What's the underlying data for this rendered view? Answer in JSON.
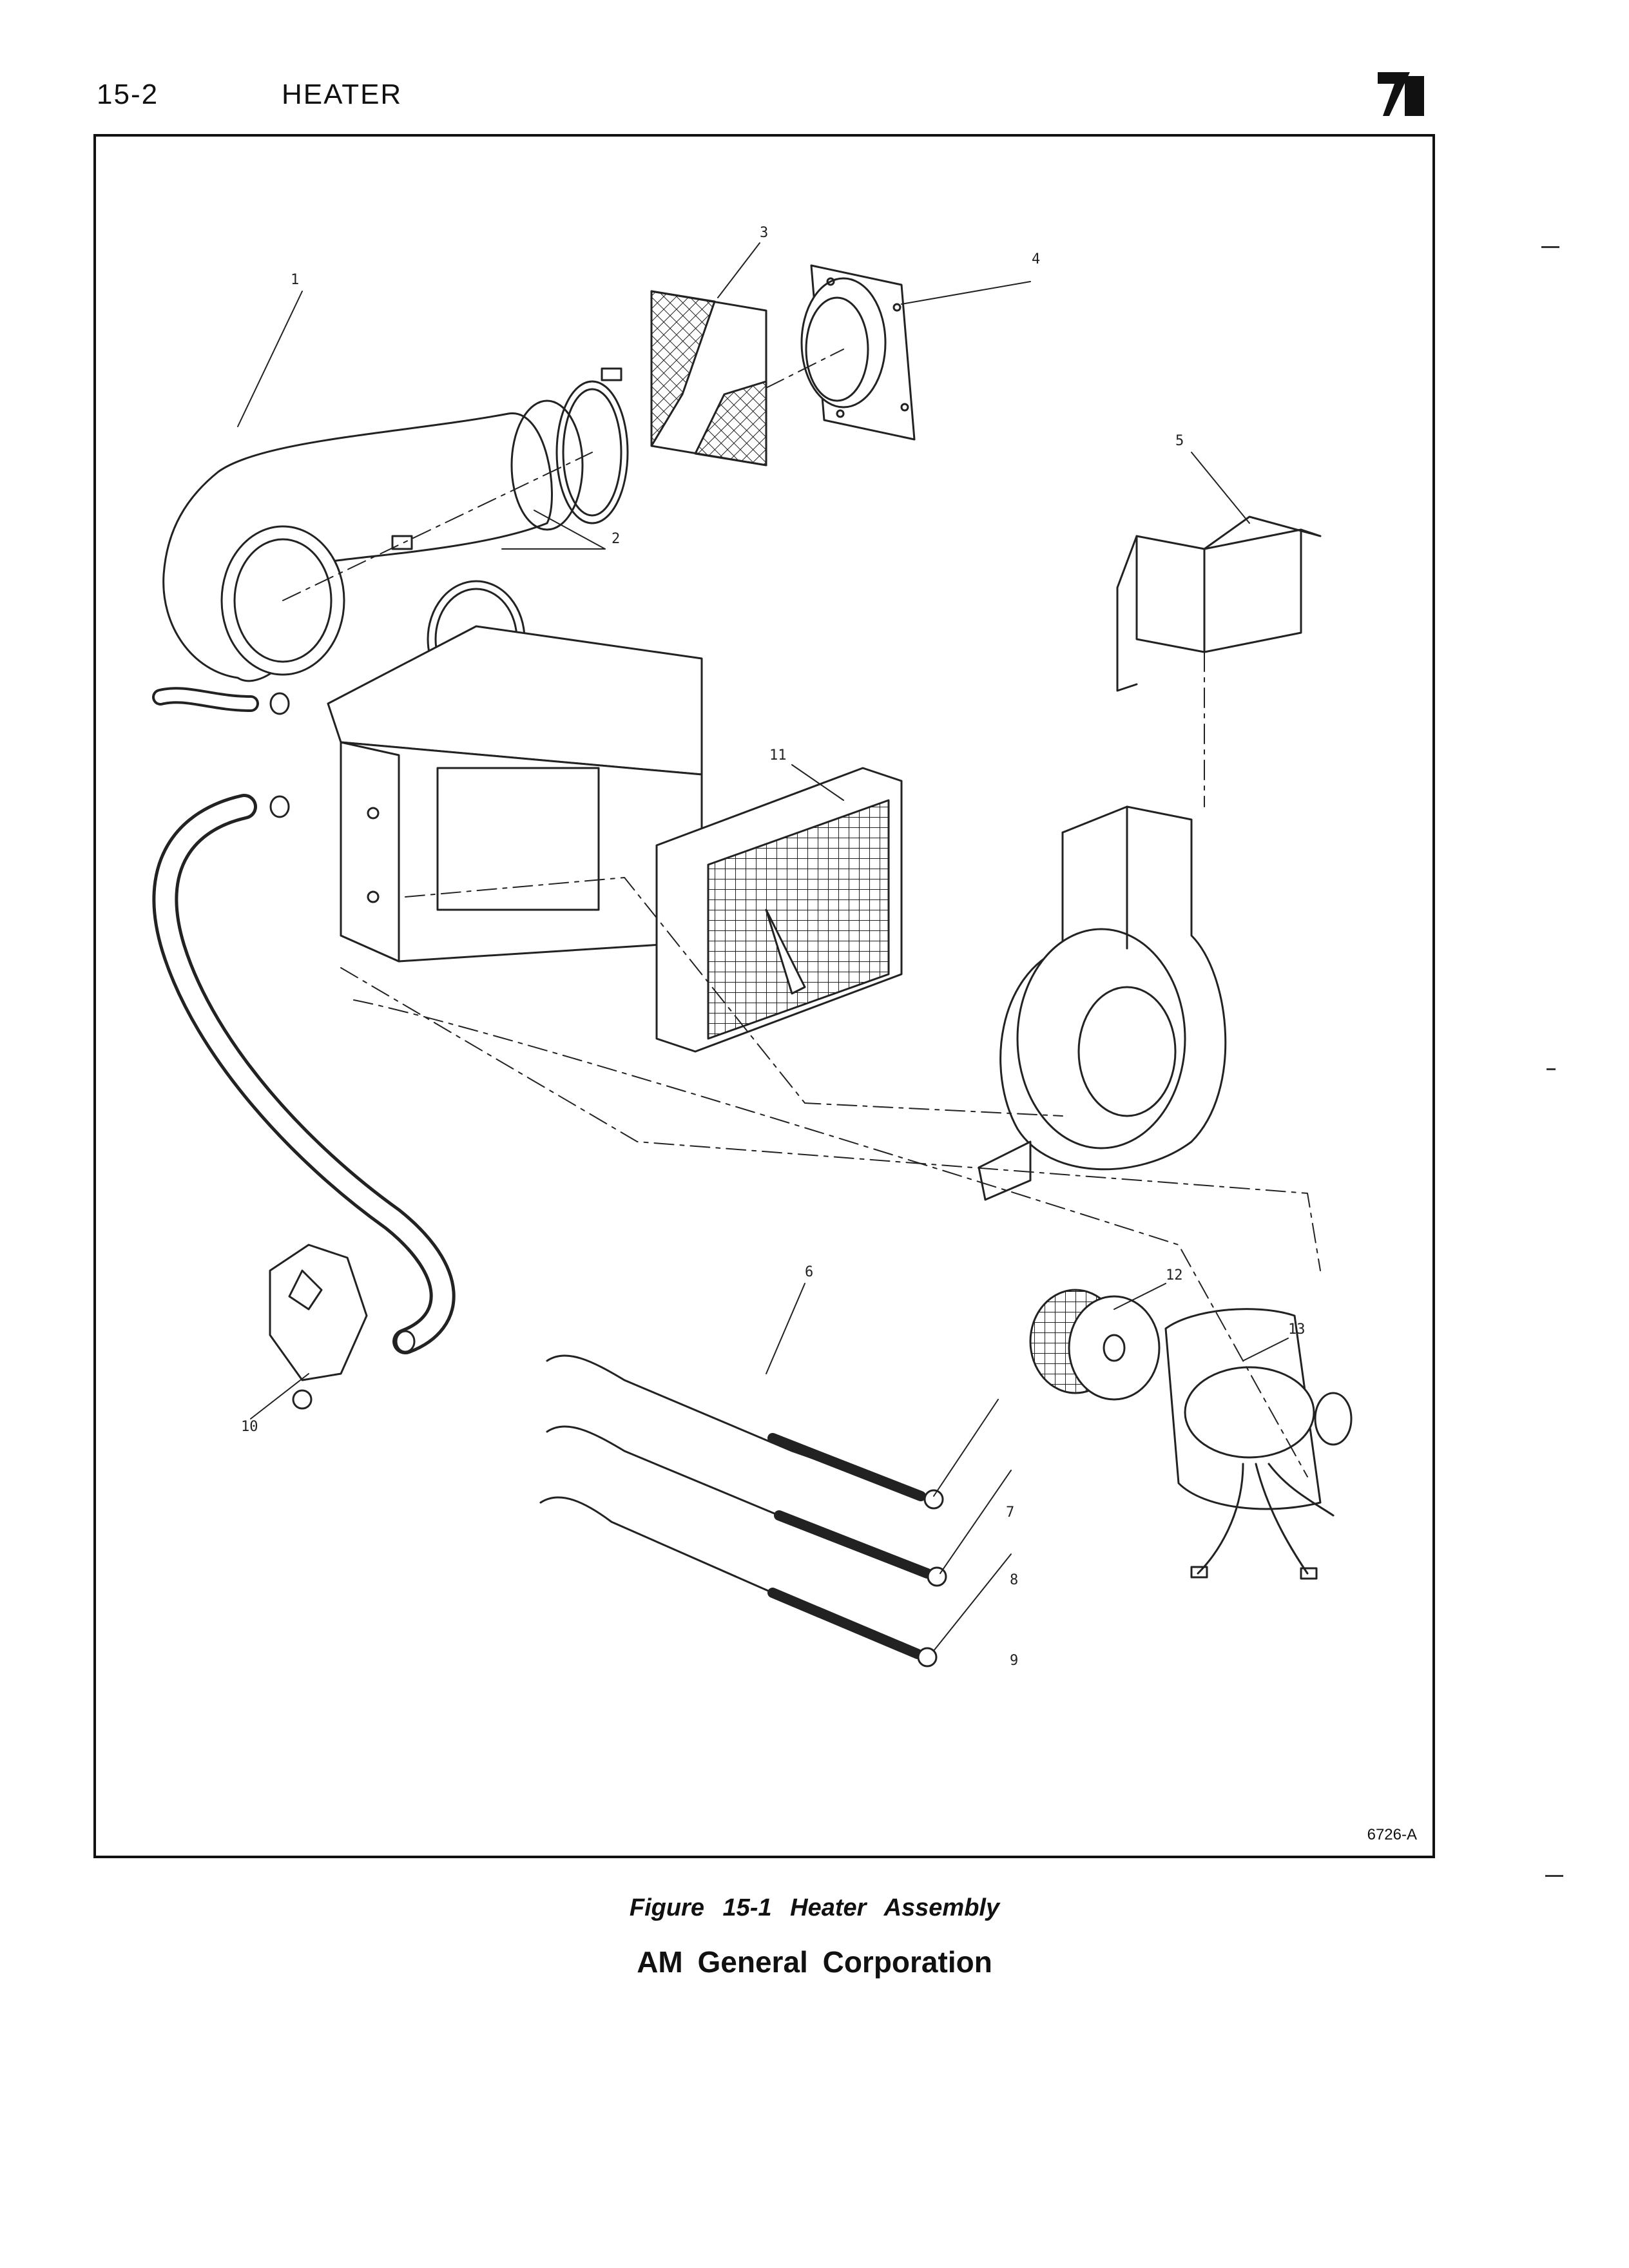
{
  "header": {
    "page_number": "15-2",
    "section_title": "HEATER"
  },
  "figure": {
    "drawing_number": "6726-A",
    "callouts": [
      "1",
      "2",
      "3",
      "4",
      "5",
      "6",
      "7",
      "8",
      "9",
      "10",
      "11",
      "12",
      "13"
    ]
  },
  "caption": "Figure 15-1   Heater Assembly",
  "footer": {
    "company": "AM General Corporation"
  }
}
